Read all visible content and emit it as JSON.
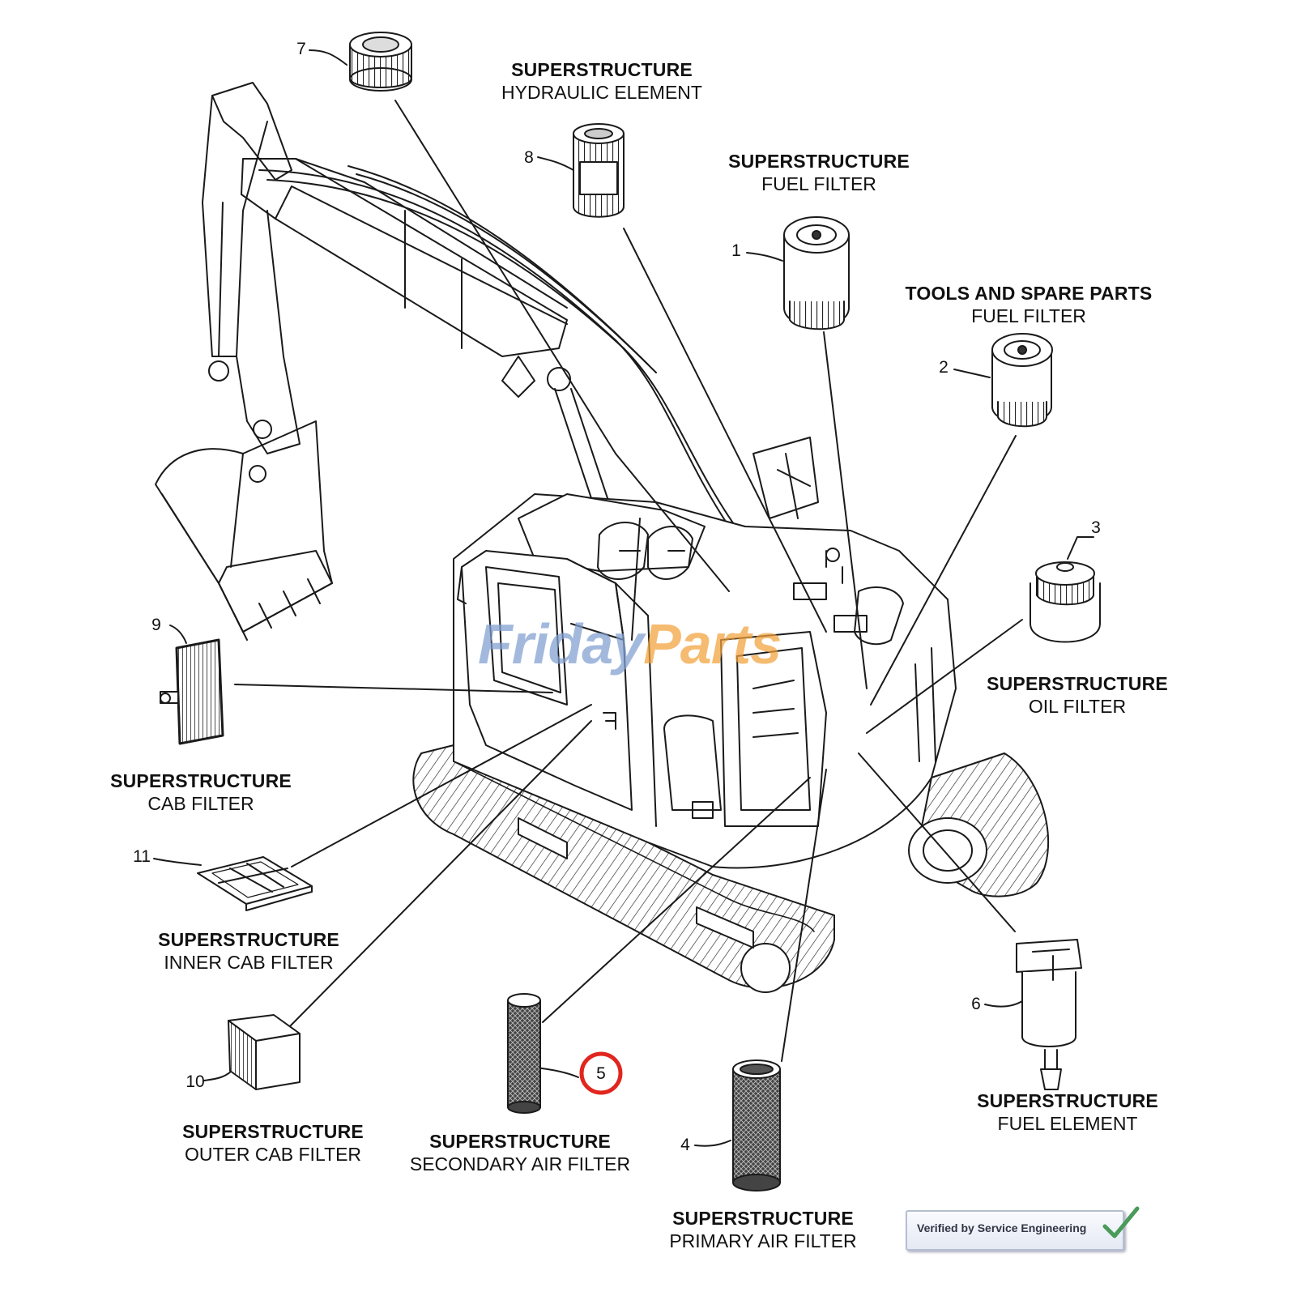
{
  "watermark": {
    "part1": "Friday",
    "part2": "Parts"
  },
  "badge": {
    "text": "Verified by Service Engineering"
  },
  "callouts": [
    {
      "num": "1",
      "line1": "SUPERSTRUCTURE",
      "line2": "FUEL FILTER"
    },
    {
      "num": "2",
      "line1": "TOOLS AND SPARE PARTS",
      "line2": "FUEL FILTER"
    },
    {
      "num": "3",
      "line1": "SUPERSTRUCTURE",
      "line2": "OIL FILTER"
    },
    {
      "num": "4",
      "line1": "SUPERSTRUCTURE",
      "line2": "PRIMARY AIR FILTER"
    },
    {
      "num": "5",
      "line1": "SUPERSTRUCTURE",
      "line2": "SECONDARY AIR FILTER"
    },
    {
      "num": "6",
      "line1": "SUPERSTRUCTURE",
      "line2": "FUEL ELEMENT"
    },
    {
      "num": "7",
      "line1": "",
      "line2": ""
    },
    {
      "num": "8",
      "line1": "SUPERSTRUCTURE",
      "line2": "HYDRAULIC ELEMENT"
    },
    {
      "num": "9",
      "line1": "SUPERSTRUCTURE",
      "line2": "CAB FILTER"
    },
    {
      "num": "10",
      "line1": "SUPERSTRUCTURE",
      "line2": "OUTER CAB FILTER"
    },
    {
      "num": "11",
      "line1": "SUPERSTRUCTURE",
      "line2": "INNER CAB FILTER"
    }
  ],
  "highlight": {
    "callout": "5",
    "color": "#e0261e"
  }
}
